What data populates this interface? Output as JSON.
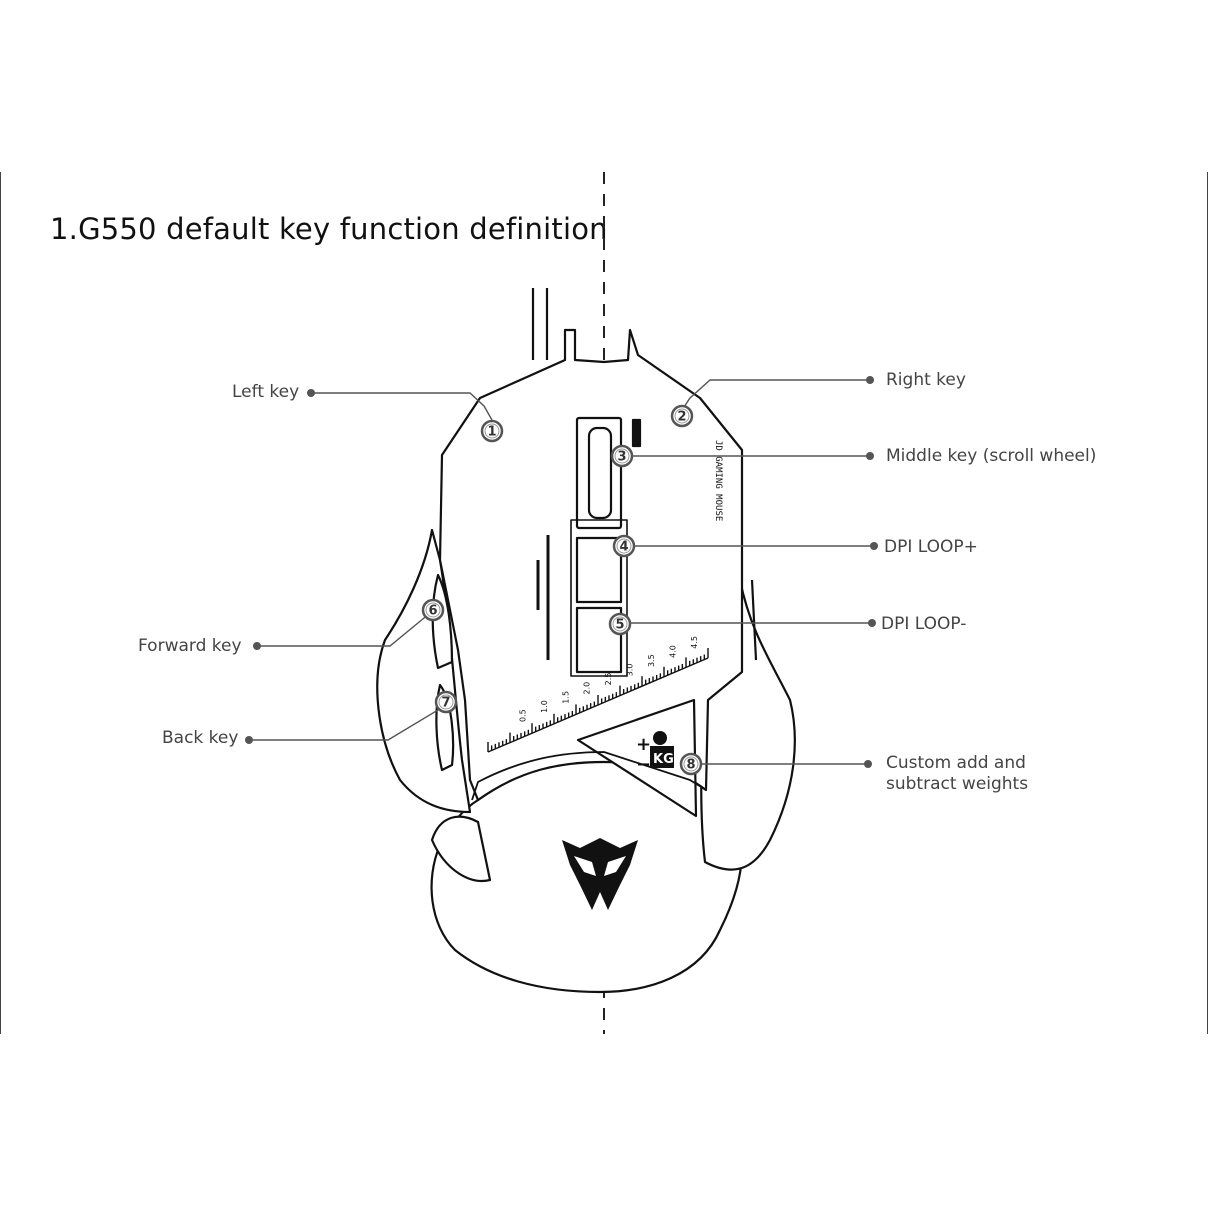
{
  "title": "1.G550 default key function definition",
  "labels": {
    "left_key": "Left key",
    "right_key": "Right key",
    "middle_key": "Middle key (scroll wheel)",
    "dpi_loop_plus": "DPI LOOP+",
    "dpi_loop_minus": "DPI LOOP-",
    "forward_key": "Forward key",
    "back_key": "Back key",
    "custom_weights_line1": "Custom add and",
    "custom_weights_line2": "subtract weights"
  },
  "callout_numbers": [
    "1",
    "2",
    "3",
    "4",
    "5",
    "6",
    "7",
    "8"
  ],
  "mouse_text": {
    "side_print": "JD GAMING MOUSE",
    "scale_ticks": [
      "0.5",
      "1.0",
      "1.5",
      "2.0",
      "2.5",
      "3.0",
      "3.5",
      "4.0",
      "4.5"
    ],
    "weight_badge": "KG",
    "weight_plus": "+",
    "weight_minus": "−"
  },
  "colors": {
    "line": "#111111",
    "leader": "#555555",
    "text": "#444444"
  }
}
